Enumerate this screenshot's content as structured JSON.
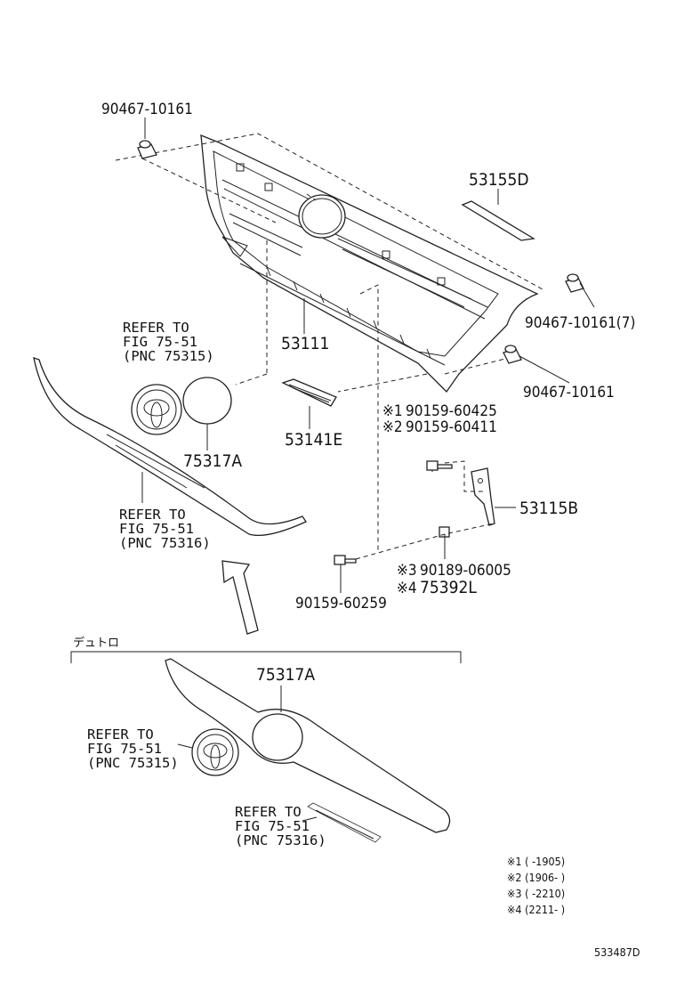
{
  "labels": {
    "clip_top": "90467-10161",
    "molding_upper": "53155D",
    "clip_right": "90467-10161(7)",
    "clip_right2": "90467-10161",
    "grille": "53111",
    "emblem_plate": "75317A",
    "grille_lower": "53141E",
    "bracket": "53115B",
    "bolt_bottom": "90159-60259",
    "note_top_1_mark": "※1",
    "note_top_1_pn": "90159-60425",
    "note_top_2_mark": "※2",
    "note_top_2_pn": "90159-60411",
    "note_bot_3_mark": "※3",
    "note_bot_3_pn": "90189-06005",
    "note_bot_4_mark": "※4",
    "note_bot_4_pn": "75392L",
    "ref_emblem_1": "REFER TO",
    "ref_emblem_2": "FIG 75-51",
    "ref_emblem_3": "(PNC 75315)",
    "ref_molding_1": "REFER TO",
    "ref_molding_2": "FIG 75-51",
    "ref_molding_3": "(PNC 75316)",
    "section_title": "デュトロ",
    "lower_plate": "75317A",
    "lower_ref_emblem_1": "REFER TO",
    "lower_ref_emblem_2": "FIG 75-51",
    "lower_ref_emblem_3": "(PNC 75315)",
    "lower_ref_name_1": "REFER TO",
    "lower_ref_name_2": "FIG 75-51",
    "lower_ref_name_3": "(PNC 75316)",
    "legend_1": "※1 (     -1905)",
    "legend_2": "※2 (1906-      )",
    "legend_3": "※3 (     -2210)",
    "legend_4": "※4 (2211-      )",
    "figure_id": "533487D"
  },
  "icons": {
    "emblem": "toyota-emblem-icon",
    "arrow": "up-arrow-icon"
  }
}
